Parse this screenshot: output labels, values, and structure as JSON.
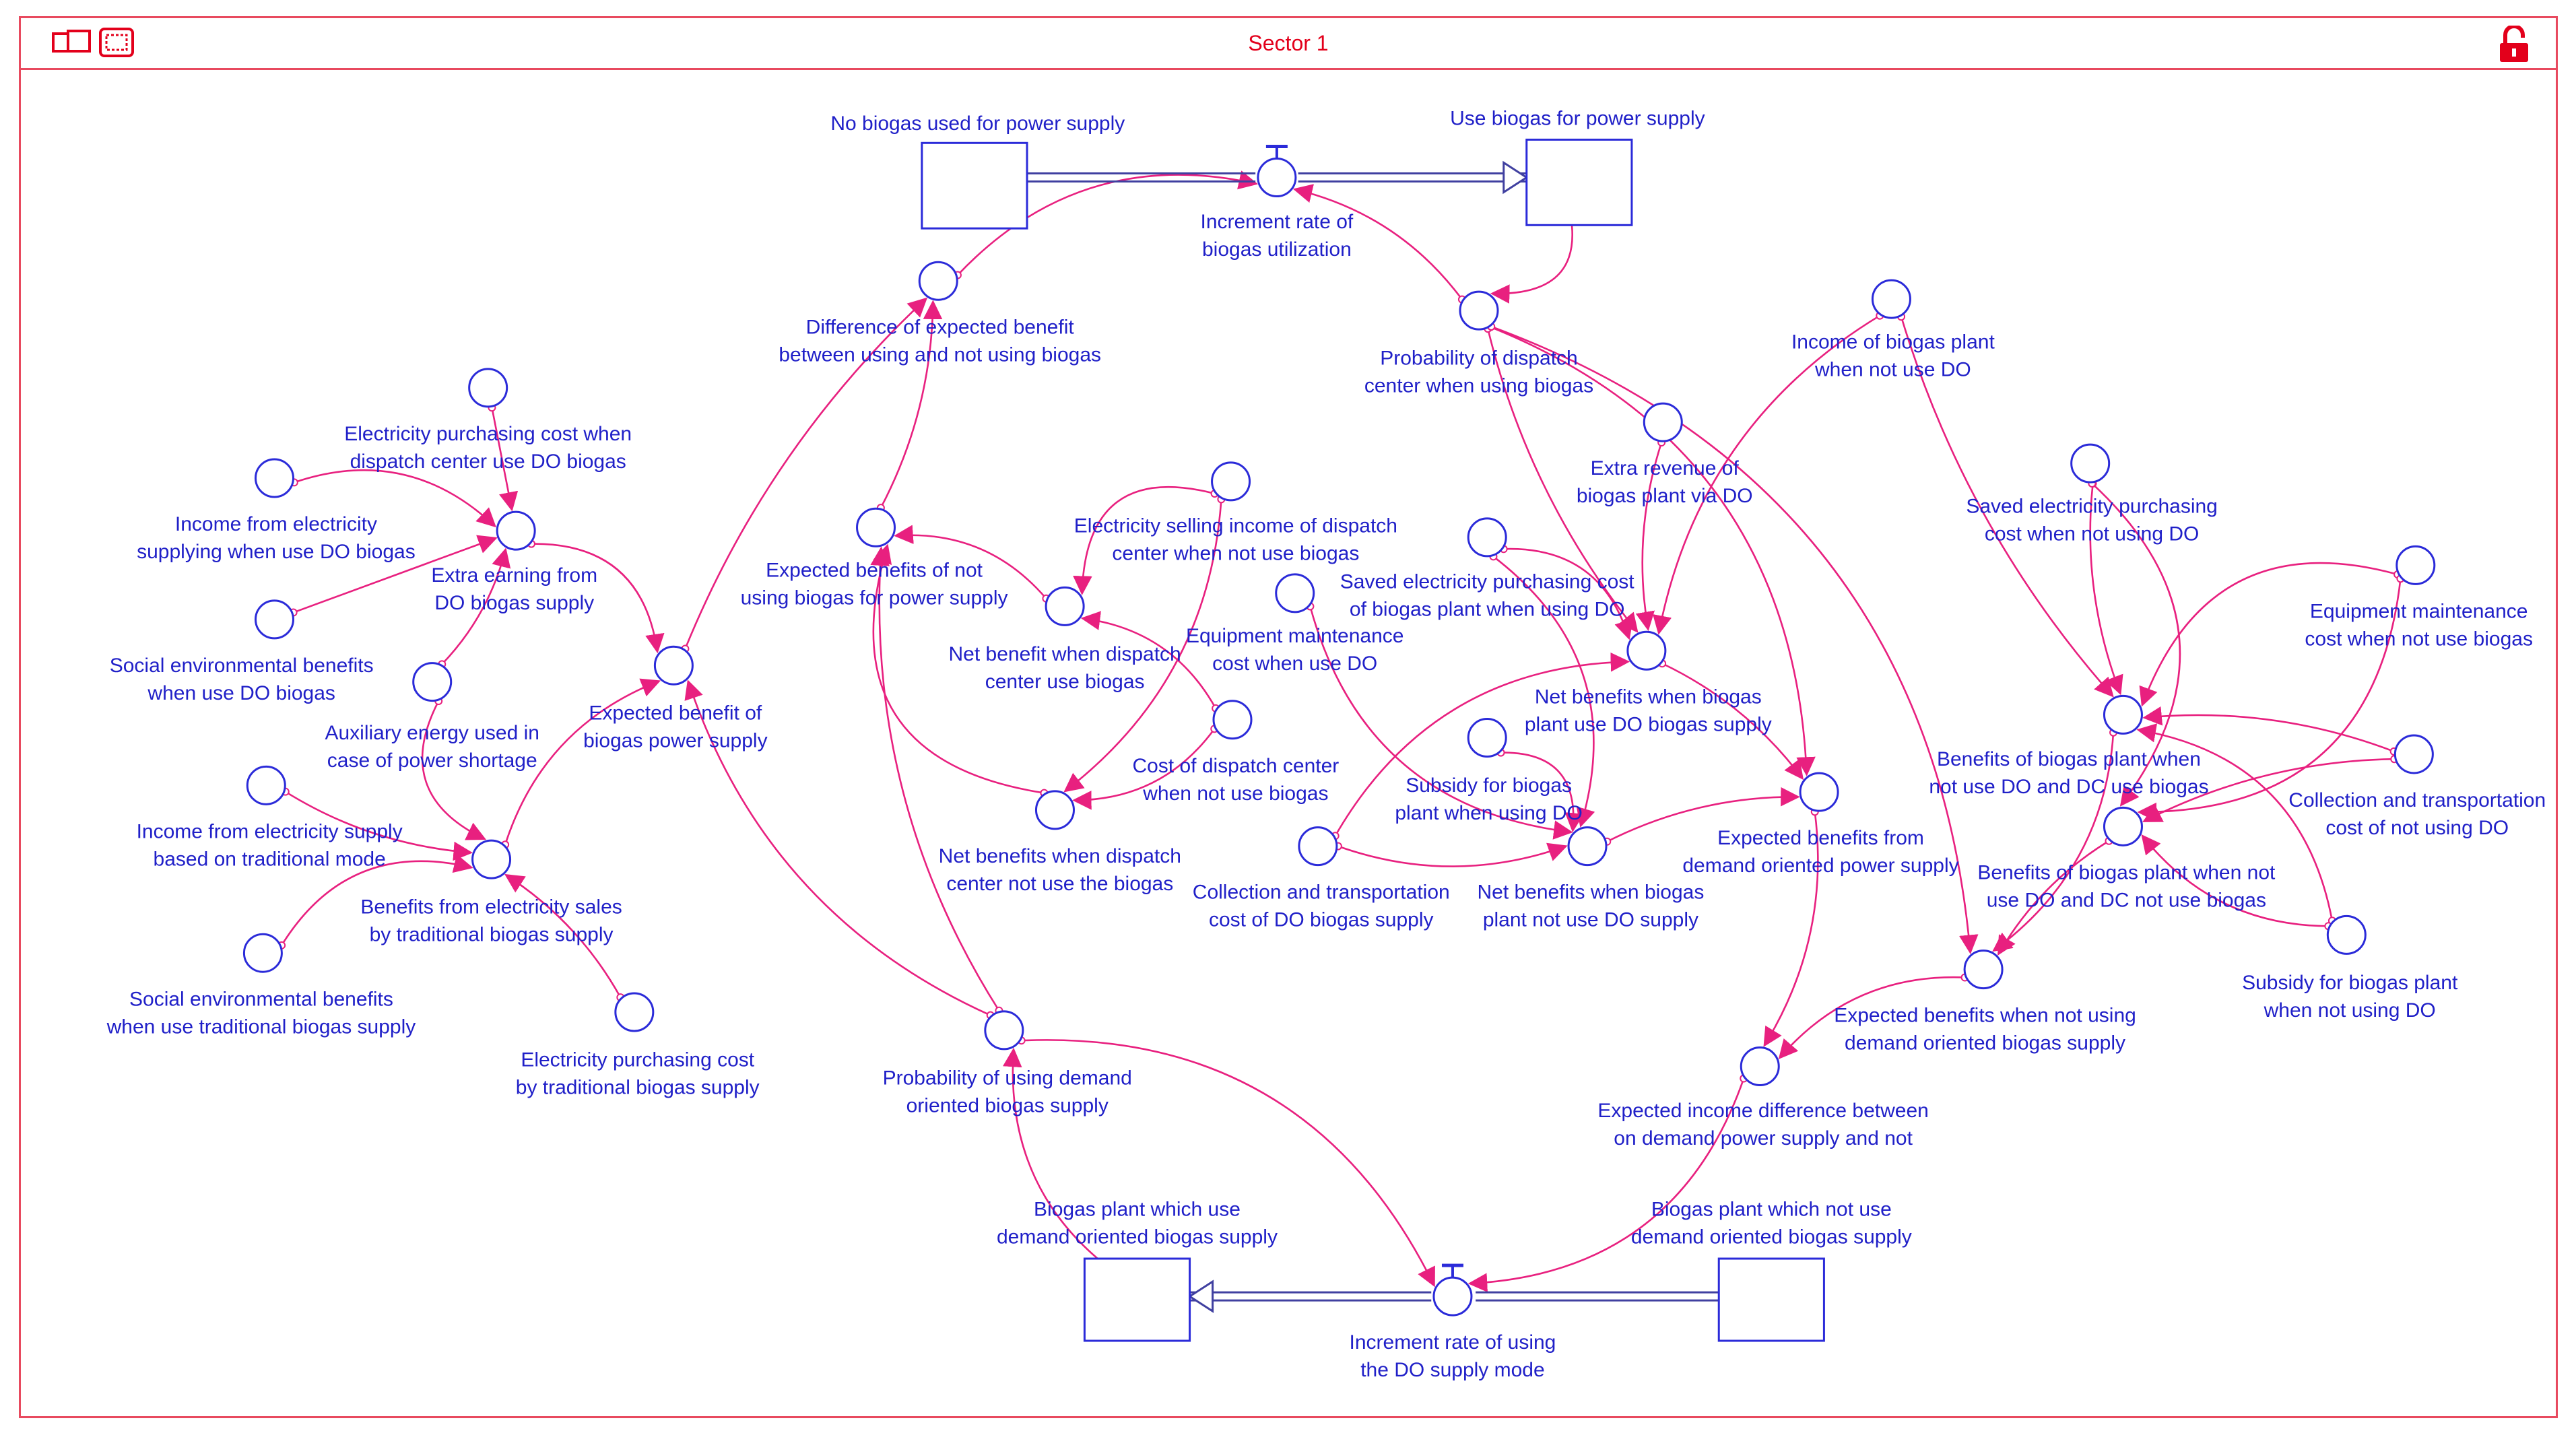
{
  "window": {
    "title": "Sector 1"
  },
  "icons": {
    "left": [
      "panels-icon",
      "frame-icon"
    ],
    "right": "unlock-icon"
  },
  "colors": {
    "frame": "#e84a5f",
    "title": "#e3001b",
    "node": "#2b2bd9",
    "text": "#2020c8",
    "link": "#e8207f",
    "pipe": "#4040a0"
  },
  "stocks": {
    "no_biogas": "No biogas used for power supply",
    "use_biogas": "Use biogas for power supply",
    "demand_oriented": [
      "Biogas plant which use",
      "demand oriented biogas supply"
    ],
    "not_demand_oriented": [
      "Biogas plant which not use",
      "demand oriented biogas supply"
    ]
  },
  "rates": {
    "increment_biogas": [
      "Increment rate of",
      "biogas utilization"
    ],
    "increment_do": [
      "Increment rate of using",
      "the DO supply mode"
    ]
  },
  "variables": {
    "diff_expected": [
      "Difference of expected benefit",
      "between using and not using biogas"
    ],
    "prob_dispatch": [
      "Probability of  dispatch",
      "center when using biogas"
    ],
    "income_plant_not_do": [
      "Income of biogas plant",
      "when not use DO"
    ],
    "elec_purch_cost_do": [
      "Electricity purchasing cost when",
      "dispatch center use DO biogas"
    ],
    "income_elec_do": [
      "Income from electricity",
      "supplying when use DO biogas"
    ],
    "extra_earning": [
      "Extra earning from",
      "DO biogas supply"
    ],
    "social_env_do": [
      "Social environmental benefits",
      "when use DO biogas"
    ],
    "aux_energy": [
      "Auxiliary energy used in",
      "case of power shortage"
    ],
    "expected_benefit_power": [
      "Expected benefit of",
      "biogas power supply"
    ],
    "income_traditional": [
      "Income from electricity supply",
      "based on traditional mode"
    ],
    "benefits_traditional": [
      "Benefits from electricity sales",
      "by traditional biogas supply"
    ],
    "social_env_traditional": [
      "Social environmental benefits",
      "when use traditional biogas supply"
    ],
    "elec_purch_traditional": [
      "Electricity purchasing cost",
      "by traditional biogas supply"
    ],
    "expected_not_using": [
      "Expected benefits of not",
      "using biogas for power supply"
    ],
    "elec_selling_dispatch": [
      "Electricity selling income of dispatch",
      "center when not use biogas"
    ],
    "net_benefit_dispatch": [
      "Net benefit when dispatch",
      "center use biogas"
    ],
    "cost_dispatch": [
      "Cost of dispatch center",
      "when not use biogas"
    ],
    "net_benefits_dispatch_not": [
      "Net benefits when dispatch",
      "center not use the biogas"
    ],
    "extra_revenue": [
      "Extra revenue of",
      "biogas plant via DO"
    ],
    "saved_elec_do": [
      "Saved electricity purchasing cost",
      "of biogas plant when using DO"
    ],
    "equip_maint_do": [
      "Equipment maintenance",
      "cost when use DO"
    ],
    "net_benefits_plant_do": [
      "Net benefits when biogas",
      "plant use DO biogas supply"
    ],
    "subsidy_do": [
      "Subsidy for biogas",
      "plant when using DO"
    ],
    "collection_do": [
      "Collection and transportation",
      "cost of DO biogas supply"
    ],
    "net_benefits_plant_not_do": [
      "Net benefits when biogas",
      "plant not use DO supply"
    ],
    "expected_demand": [
      "Expected benefits from",
      "demand oriented power supply"
    ],
    "saved_elec_not_do": [
      "Saved electricity purchasing",
      "cost when not using DO"
    ],
    "equip_maint_not": [
      "Equipment maintenance",
      "cost when not use biogas"
    ],
    "benefits_plant_dc": [
      "Benefits of biogas plant when",
      "not use DO and DC use biogas"
    ],
    "collection_not_do": [
      "Collection and transportation",
      "cost of not using DO"
    ],
    "benefits_plant_not_dc": [
      "Benefits of biogas plant when not",
      "use DO and DC not use biogas"
    ],
    "subsidy_not_do": [
      "Subsidy for biogas plant",
      "when not using DO"
    ],
    "expected_not_demand": [
      "Expected benefits when not using",
      "demand oriented biogas supply"
    ],
    "income_difference": [
      "Expected income difference between",
      "on demand power supply and not"
    ],
    "prob_demand": [
      "Probability of using demand",
      "oriented biogas supply"
    ]
  }
}
